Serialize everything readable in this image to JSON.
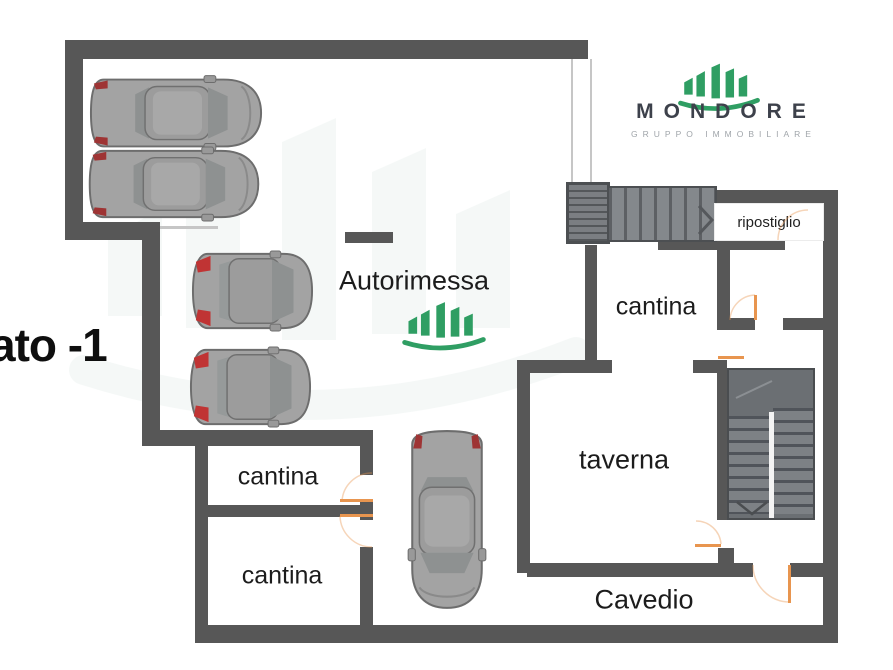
{
  "floor": {
    "label": "ato -1"
  },
  "brand": {
    "name": "MONDORE",
    "tagline": "GRUPPO IMMOBILIARE"
  },
  "rooms": {
    "garage": {
      "label": "Autorimessa"
    },
    "cellar_top_right": {
      "label": "cantina"
    },
    "tavern": {
      "label": "taverna"
    },
    "cellar_left_top": {
      "label": "cantina"
    },
    "cellar_left_bottom": {
      "label": "cantina"
    },
    "air_shaft": {
      "label": "Cavedio"
    },
    "storage": {
      "label": "ripostiglio"
    }
  },
  "icons": {
    "brand_logo": "green-skyline-arc-logo",
    "background_watermark": "skyline-arc-watermark",
    "garage_watermark": "green-skyline-arc-logo",
    "cars": [
      "sedan-top-view",
      "sedan-top-view",
      "city-car-top-view",
      "city-car-top-view",
      "sedan-top-view-vertical"
    ],
    "stairs": [
      "straight-stairs-with-arrow",
      "u-shaped-double-flight-stairs"
    ],
    "door_markers": "orange-door-swing-marks"
  },
  "colors": {
    "wall": "#575757",
    "door_marker": "#e8954f",
    "brand_green": "#2f9e63",
    "brand_text": "#3d414b",
    "tagline_text": "#a0a5aa",
    "label_text": "#1c1c1c",
    "background": "#ffffff",
    "car_body": "#a3a3a3"
  }
}
